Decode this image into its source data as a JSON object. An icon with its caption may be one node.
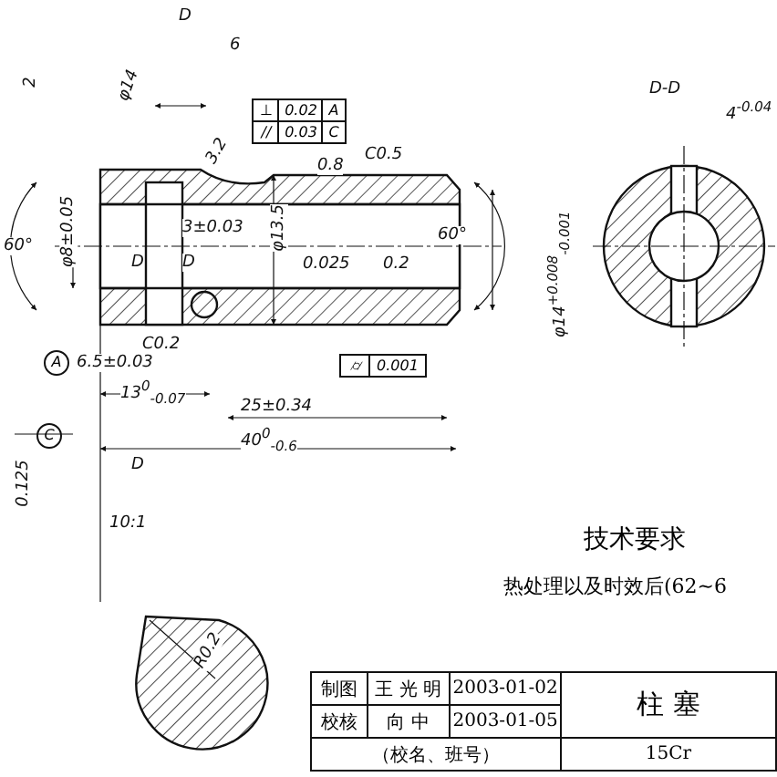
{
  "diagram": {
    "labels": [
      "D",
      "6",
      "2",
      "φ14",
      "⊥",
      "0.02",
      "A",
      "//",
      "0.03",
      "C",
      "3.2",
      "0.8",
      "C0.5",
      "60°",
      "φ8±0.05",
      "3±0.03",
      "D",
      "D",
      "φ13.5",
      "0.025",
      "0.2",
      "60°",
      "φ14$^{+0.008}$$_{-0.001}$",
      "C0.2",
      "A",
      "6.5±0.03",
      "⌭",
      "0.001",
      "13$^{0}$$_{-0.07}$",
      "25±0.34",
      "40$^{0}$$_{-0.6}$",
      "C",
      "D",
      "0.125",
      "10:1",
      "R0.2",
      "D-D",
      "4$^{-0.04}$",
      "技术要求",
      "热处理以及时效后(62~6",
      "制图",
      "王 光 明",
      "2003-01-02",
      "柱 塞",
      "校核",
      "向 中",
      "2003-01-05",
      "（校名、班号）",
      "15Cr"
    ]
  }
}
